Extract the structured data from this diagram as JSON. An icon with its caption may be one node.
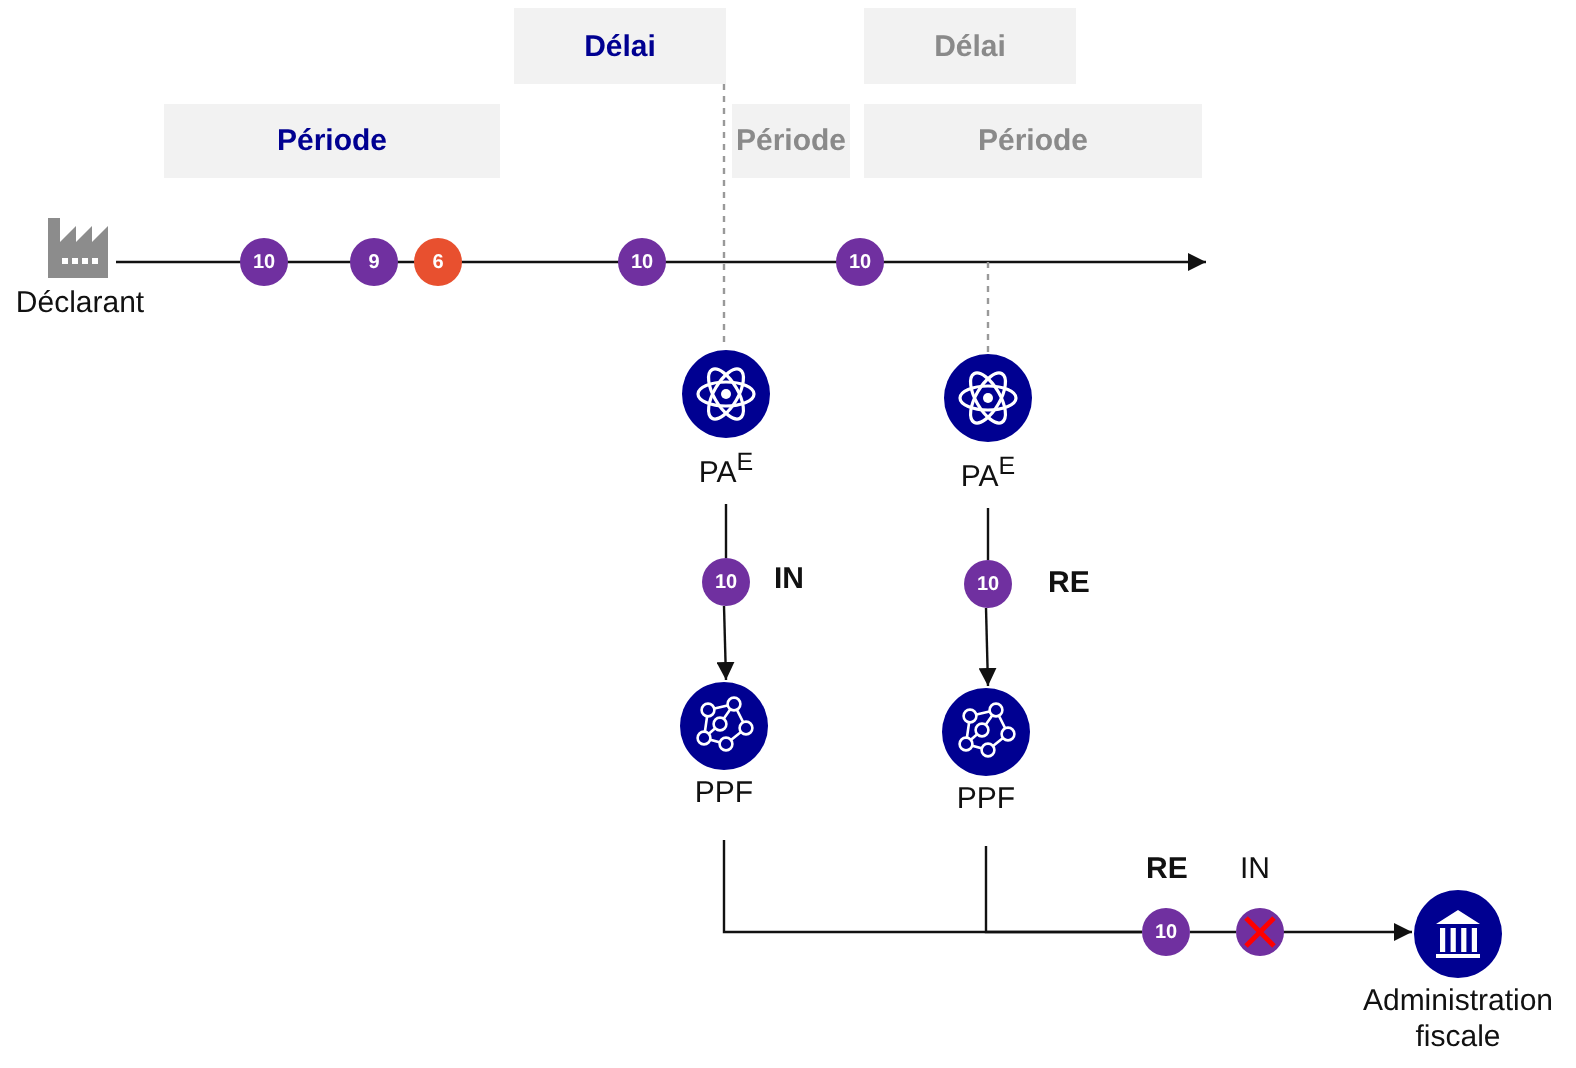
{
  "diagram": {
    "nodes": [
      {
        "text": [
          "Déclarant"
        ]
      },
      {
        "text": [
          "Période"
        ]
      },
      {
        "text": [
          "Délai"
        ]
      },
      {
        "text": [
          "Période"
        ]
      },
      {
        "text": [
          "Délai"
        ]
      },
      {
        "text": [
          "Période"
        ]
      },
      {
        "text": [
          "10"
        ]
      },
      {
        "text": [
          "9"
        ]
      },
      {
        "text": [
          "6"
        ]
      },
      {
        "text": [
          "10"
        ]
      },
      {
        "text": [
          "10"
        ]
      },
      {
        "text": [
          "PA$^{E}$"
        ]
      },
      {
        "text": [
          "PA$^{E}$"
        ]
      },
      {
        "text": [
          "10"
        ],
        "beside": [
          "IN"
        ]
      },
      {
        "text": [
          "10"
        ],
        "beside": [
          "RE"
        ]
      },
      {
        "text": [
          "PPF"
        ]
      },
      {
        "text": [
          "PPF"
        ]
      },
      {
        "text": [
          "10"
        ],
        "beside": [
          "RE"
        ]
      },
      {
        "text": [],
        "shape": "circle",
        "beside": [
          "IN"
        ]
      },
      {
        "text": [
          "Administration fiscale"
        ]
      }
    ],
    "edges": [
      {
        "from": 0,
        "to": null,
        "arrow": "to"
      },
      {
        "from": 2,
        "to": 11,
        "arrow": "none",
        "style": "dashed",
        "color": "#999999"
      },
      {
        "from": null,
        "to": 12,
        "arrow": "none",
        "style": "dashed",
        "color": "#999999"
      },
      {
        "from": 11,
        "to": 13,
        "arrow": "none"
      },
      {
        "from": 13,
        "to": 15,
        "arrow": "to"
      },
      {
        "from": 12,
        "to": 14,
        "arrow": "none"
      },
      {
        "from": 14,
        "to": 16,
        "arrow": "to"
      },
      {
        "from": 15,
        "to": 17,
        "arrow": "none"
      },
      {
        "from": 16,
        "to": 17,
        "arrow": "none"
      },
      {
        "from": 17,
        "to": 18,
        "arrow": "none"
      },
      {
        "from": 18,
        "to": 19,
        "arrow": "to"
      }
    ]
  }
}
